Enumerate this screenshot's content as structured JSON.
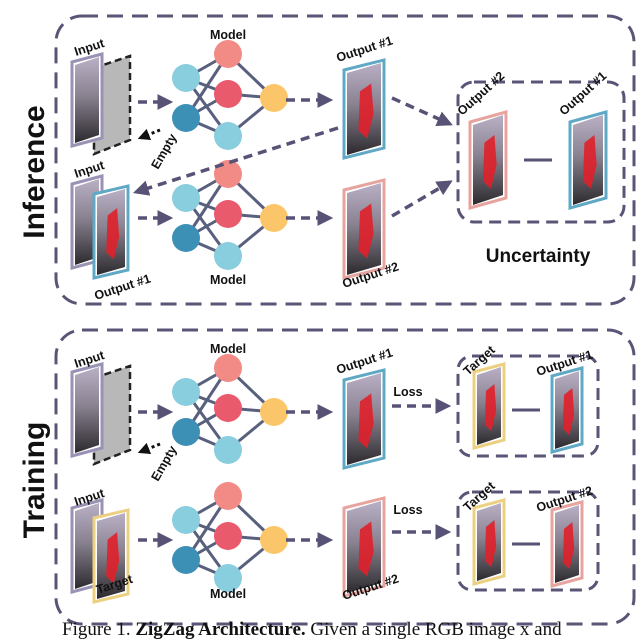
{
  "sections": {
    "inference": "Inference",
    "training": "Training"
  },
  "labels": {
    "input": "Input",
    "model": "Model",
    "empty": "Empty",
    "output1": "Output #1",
    "output2": "Output #2",
    "target": "Target",
    "loss": "Loss",
    "uncertainty": "Uncertainty"
  },
  "caption": {
    "prefix": "Figure 1.",
    "title": "ZigZag Architecture.",
    "text": "Given a single RGB image x and"
  },
  "colors": {
    "frame": "#5a5577",
    "arrow": "#585276",
    "edge": "#58607e",
    "node_cyan": "#89cede",
    "node_blue": "#3c8fb5",
    "node_pink": "#f28b85",
    "node_red": "#e85a6c",
    "node_yellow": "#fbc66a",
    "frame_input": "#9a92b4",
    "frame_output1": "#5fa8c6",
    "frame_output2": "#e7a39e",
    "frame_target": "#ecd082"
  }
}
